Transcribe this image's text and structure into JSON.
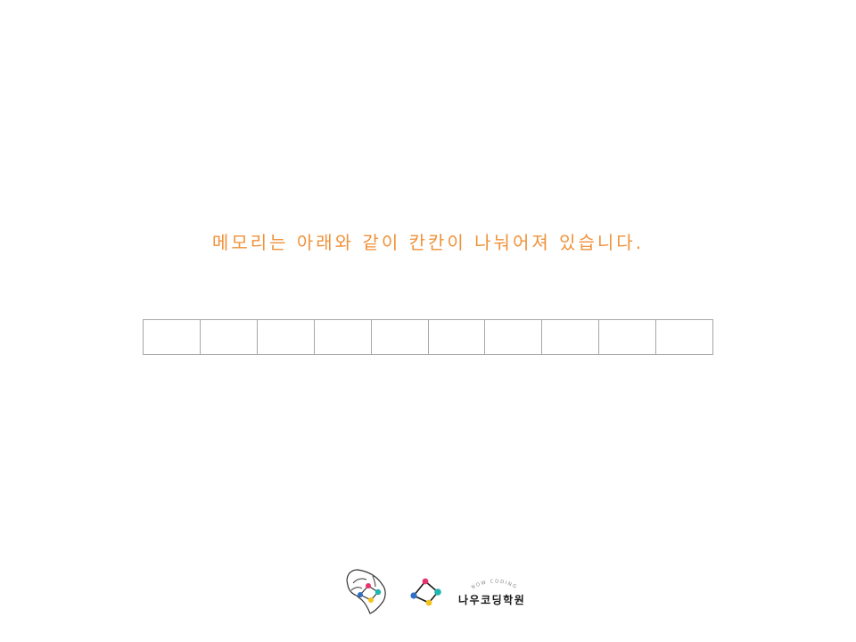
{
  "slide": {
    "title": "메모리는 아래와 같이 칸칸이 나눠어져 있습니다.",
    "title_color": "#f0923a"
  },
  "memory_strip": {
    "cells": [
      "",
      "",
      "",
      "",
      "",
      "",
      "",
      "",
      "",
      ""
    ],
    "border_color": "#a6a6a6"
  },
  "footer": {
    "brand_name": "나우코딩학원",
    "brand_tagline": "NOW CODING",
    "icons": [
      "brain-logo-icon",
      "node-graph-logo-icon"
    ],
    "accent_colors": {
      "pink": "#e8326e",
      "teal": "#1fb5b0",
      "yellow": "#f5c21b",
      "blue": "#2f6fc4"
    }
  }
}
